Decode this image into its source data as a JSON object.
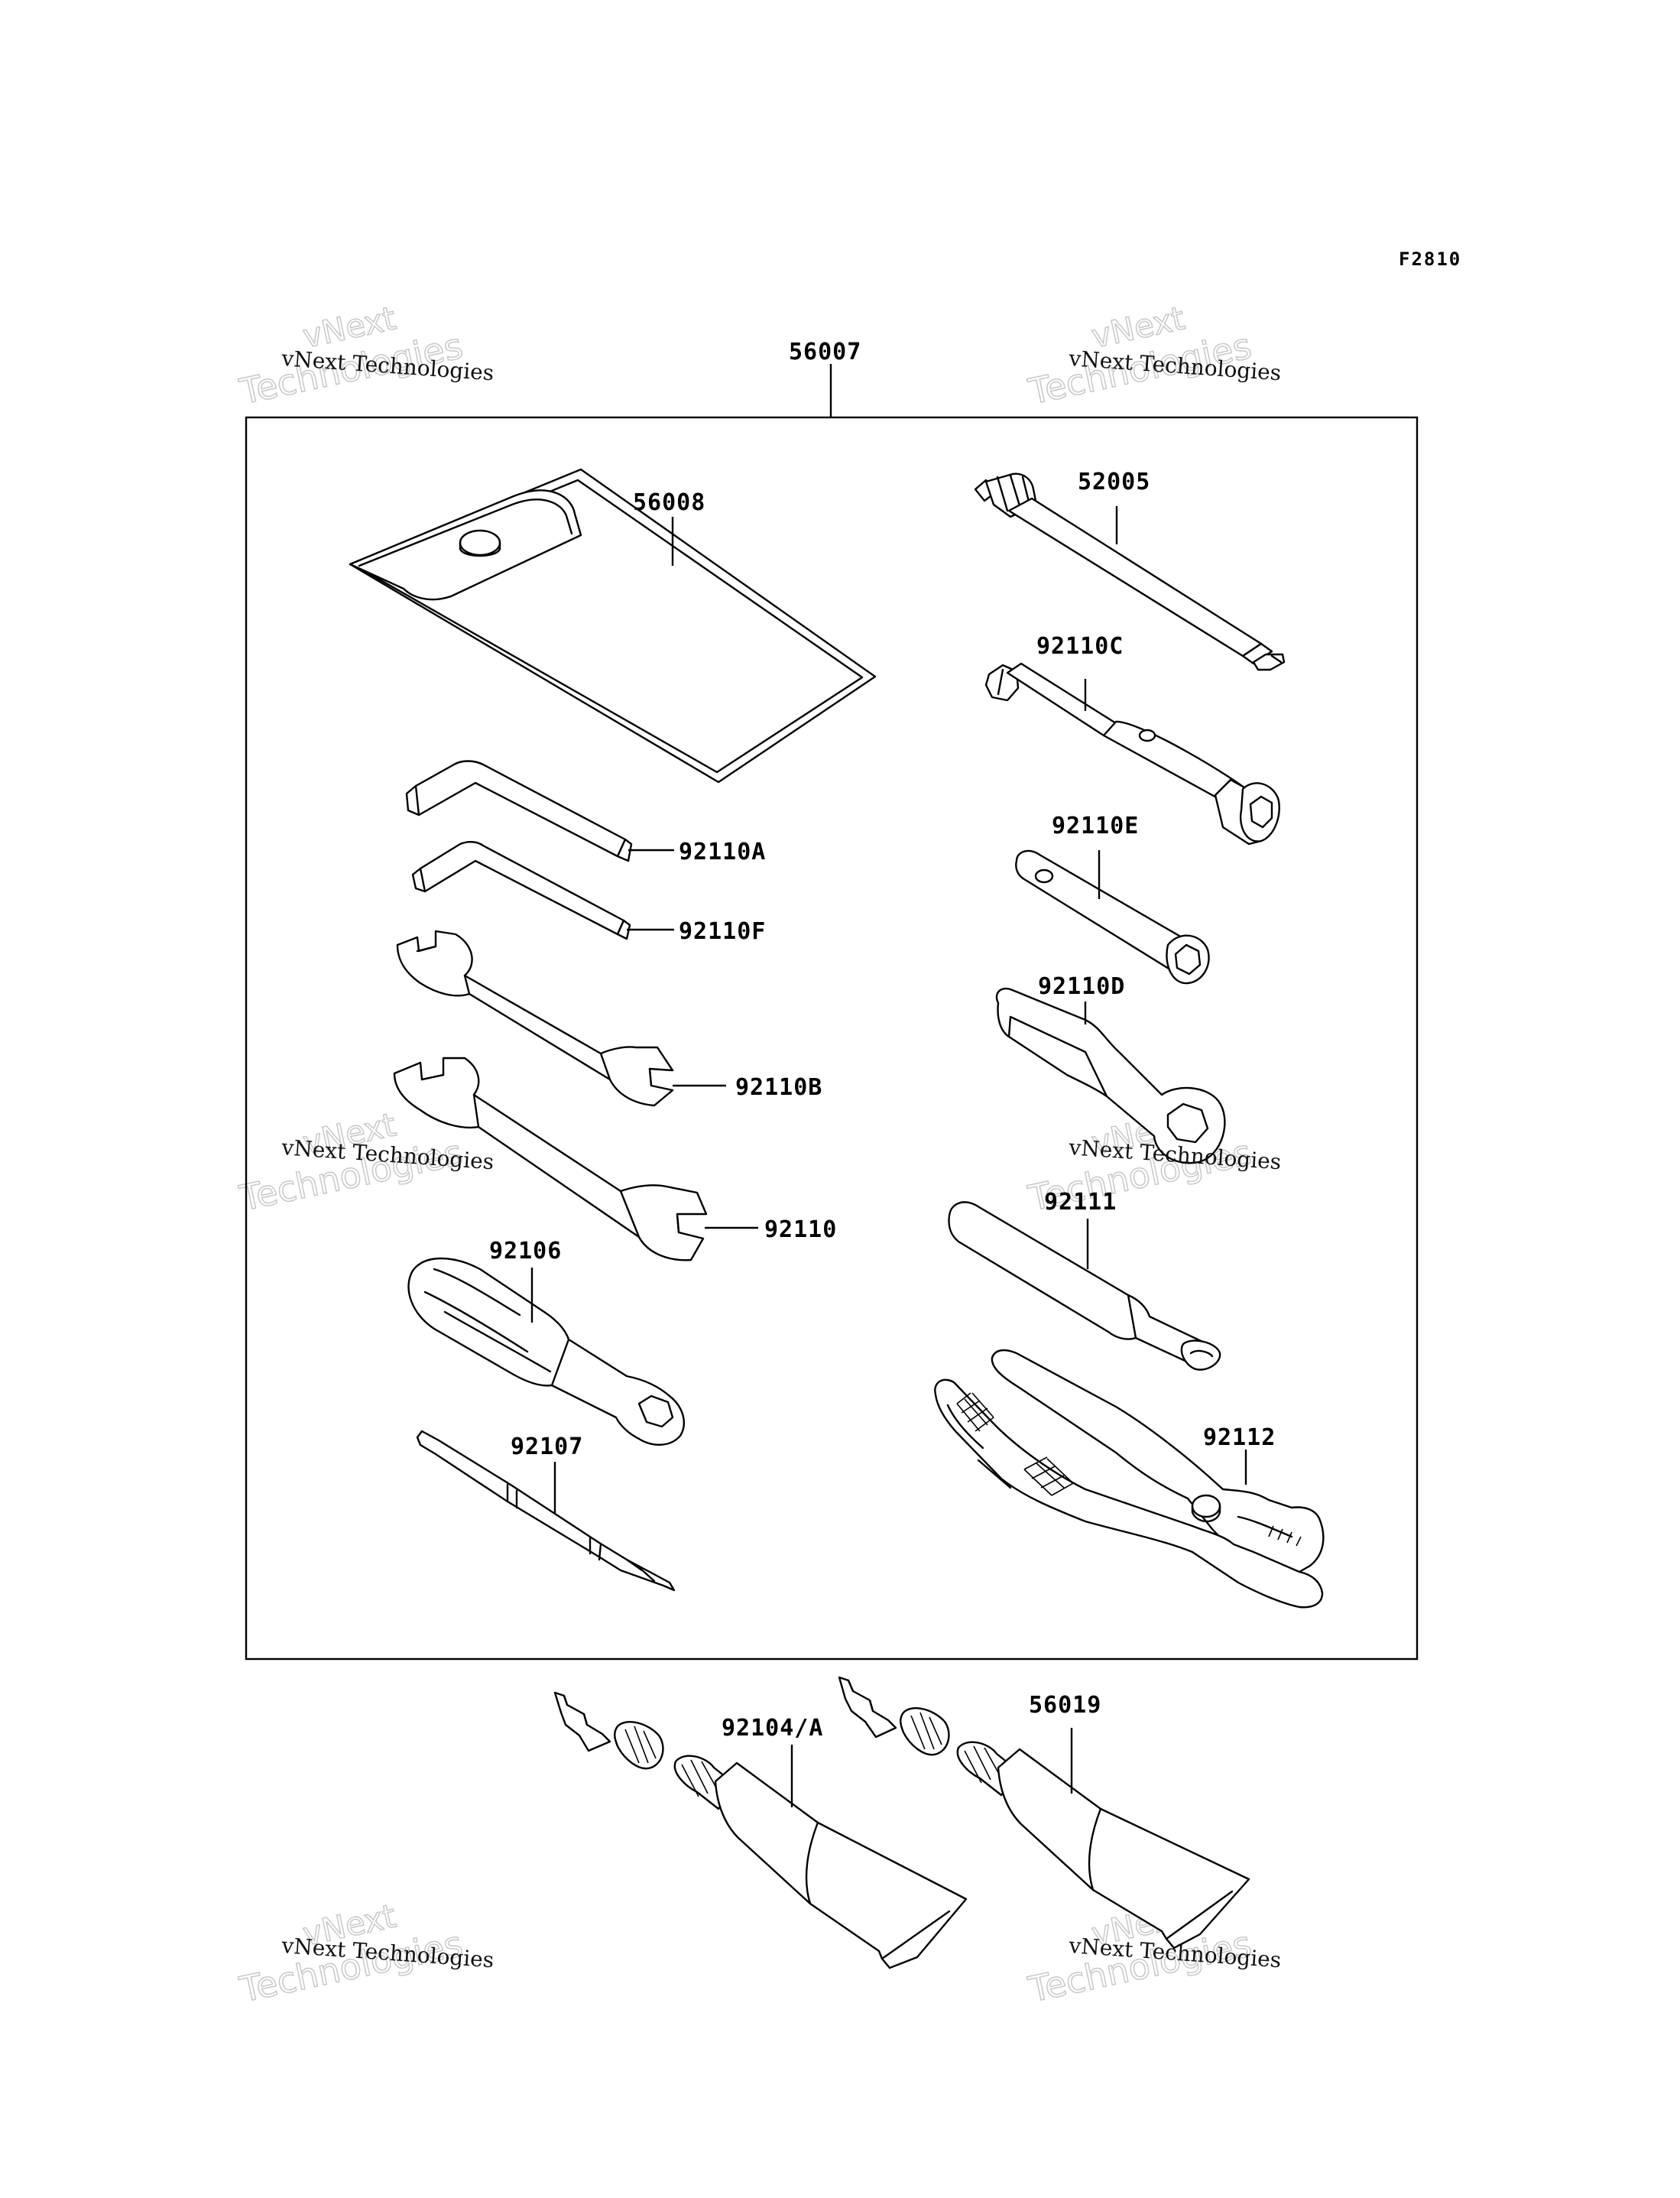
{
  "figure_code": "F2810",
  "kit_number": "56007",
  "parts": [
    {
      "id": "pouch",
      "label": "56008"
    },
    {
      "id": "spark-plug-tool",
      "label": "52005"
    },
    {
      "id": "plug-wrench",
      "label": "92110C"
    },
    {
      "id": "hex-key-large",
      "label": "92110A"
    },
    {
      "id": "box-wrench",
      "label": "92110E"
    },
    {
      "id": "hex-key-small",
      "label": "92110F"
    },
    {
      "id": "ring-spanner",
      "label": "92110D"
    },
    {
      "id": "open-end-wrench-small",
      "label": "92110B"
    },
    {
      "id": "open-end-wrench-large",
      "label": "92110"
    },
    {
      "id": "tommy-bar",
      "label": "92111"
    },
    {
      "id": "screwdriver-handle",
      "label": "92106"
    },
    {
      "id": "pliers",
      "label": "92112"
    },
    {
      "id": "screwdriver-bit",
      "label": "92107"
    },
    {
      "id": "tube-a",
      "label": "92104/A"
    },
    {
      "id": "tube-b",
      "label": "56019"
    }
  ],
  "watermark": {
    "line1": "vNext Technologies",
    "line2_top": "vNext",
    "line2_bottom": "Technologies"
  }
}
